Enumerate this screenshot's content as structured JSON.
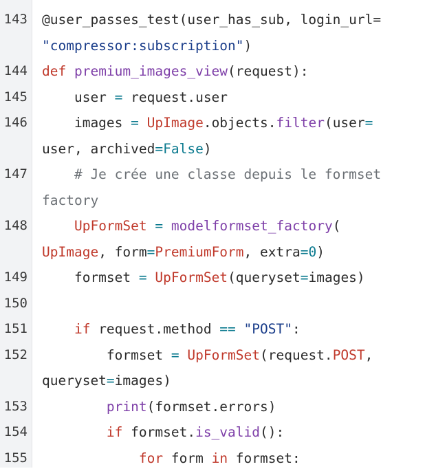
{
  "editor": {
    "line_numbers": [
      "143",
      "",
      "144",
      "145",
      "146",
      "",
      "147",
      "",
      "148",
      "",
      "149",
      "150",
      "151",
      "152",
      "",
      "153",
      "154",
      "155"
    ],
    "lines": [
      [
        {
          "t": "@user_passes_test(user_has_sub, login_url=",
          "c": "decorator"
        }
      ],
      [
        {
          "t": "\"compressor:subscription\"",
          "c": "string"
        },
        {
          "t": ")",
          "c": "plain"
        }
      ],
      [
        {
          "t": "def ",
          "c": "keyword"
        },
        {
          "t": "premium_images_view",
          "c": "func"
        },
        {
          "t": "(request):",
          "c": "plain"
        }
      ],
      [
        {
          "t": "    user ",
          "c": "plain"
        },
        {
          "t": "=",
          "c": "op"
        },
        {
          "t": " request.user",
          "c": "plain"
        }
      ],
      [
        {
          "t": "    images ",
          "c": "plain"
        },
        {
          "t": "=",
          "c": "op"
        },
        {
          "t": " ",
          "c": "plain"
        },
        {
          "t": "UpImage",
          "c": "cls"
        },
        {
          "t": ".objects.",
          "c": "plain"
        },
        {
          "t": "filter",
          "c": "method"
        },
        {
          "t": "(user",
          "c": "plain"
        },
        {
          "t": "=",
          "c": "op"
        }
      ],
      [
        {
          "t": "user, archived",
          "c": "plain"
        },
        {
          "t": "=",
          "c": "op"
        },
        {
          "t": "False",
          "c": "builtin"
        },
        {
          "t": ")",
          "c": "plain"
        }
      ],
      [
        {
          "t": "    # Je crée une classe depuis le formset",
          "c": "comment"
        }
      ],
      [
        {
          "t": "factory",
          "c": "comment"
        }
      ],
      [
        {
          "t": "    ",
          "c": "plain"
        },
        {
          "t": "UpFormSet",
          "c": "cls"
        },
        {
          "t": " ",
          "c": "plain"
        },
        {
          "t": "=",
          "c": "op"
        },
        {
          "t": " ",
          "c": "plain"
        },
        {
          "t": "modelformset_factory",
          "c": "func"
        },
        {
          "t": "(",
          "c": "plain"
        }
      ],
      [
        {
          "t": "UpImage",
          "c": "cls"
        },
        {
          "t": ", form",
          "c": "plain"
        },
        {
          "t": "=",
          "c": "op"
        },
        {
          "t": "PremiumForm",
          "c": "cls"
        },
        {
          "t": ", extra",
          "c": "plain"
        },
        {
          "t": "=",
          "c": "op"
        },
        {
          "t": "0",
          "c": "num"
        },
        {
          "t": ")",
          "c": "plain"
        }
      ],
      [
        {
          "t": "    formset ",
          "c": "plain"
        },
        {
          "t": "=",
          "c": "op"
        },
        {
          "t": " ",
          "c": "plain"
        },
        {
          "t": "UpFormSet",
          "c": "cls"
        },
        {
          "t": "(queryset",
          "c": "plain"
        },
        {
          "t": "=",
          "c": "op"
        },
        {
          "t": "images)",
          "c": "plain"
        }
      ],
      [
        {
          "t": "",
          "c": "plain"
        }
      ],
      [
        {
          "t": "    ",
          "c": "plain"
        },
        {
          "t": "if",
          "c": "keyword"
        },
        {
          "t": " request.method ",
          "c": "plain"
        },
        {
          "t": "==",
          "c": "op"
        },
        {
          "t": " ",
          "c": "plain"
        },
        {
          "t": "\"POST\"",
          "c": "string"
        },
        {
          "t": ":",
          "c": "plain"
        }
      ],
      [
        {
          "t": "        formset ",
          "c": "plain"
        },
        {
          "t": "=",
          "c": "op"
        },
        {
          "t": " ",
          "c": "plain"
        },
        {
          "t": "UpFormSet",
          "c": "cls"
        },
        {
          "t": "(request.",
          "c": "plain"
        },
        {
          "t": "POST",
          "c": "attr"
        },
        {
          "t": ",",
          "c": "plain"
        }
      ],
      [
        {
          "t": "queryset",
          "c": "plain"
        },
        {
          "t": "=",
          "c": "op"
        },
        {
          "t": "images)",
          "c": "plain"
        }
      ],
      [
        {
          "t": "        ",
          "c": "plain"
        },
        {
          "t": "print",
          "c": "method"
        },
        {
          "t": "(formset.errors)",
          "c": "plain"
        }
      ],
      [
        {
          "t": "        ",
          "c": "plain"
        },
        {
          "t": "if",
          "c": "keyword"
        },
        {
          "t": " formset.",
          "c": "plain"
        },
        {
          "t": "is_valid",
          "c": "method"
        },
        {
          "t": "():",
          "c": "plain"
        }
      ],
      [
        {
          "t": "            ",
          "c": "plain"
        },
        {
          "t": "for",
          "c": "keyword"
        },
        {
          "t": " form ",
          "c": "plain"
        },
        {
          "t": "in",
          "c": "keyword"
        },
        {
          "t": " formset:",
          "c": "plain"
        }
      ]
    ]
  }
}
